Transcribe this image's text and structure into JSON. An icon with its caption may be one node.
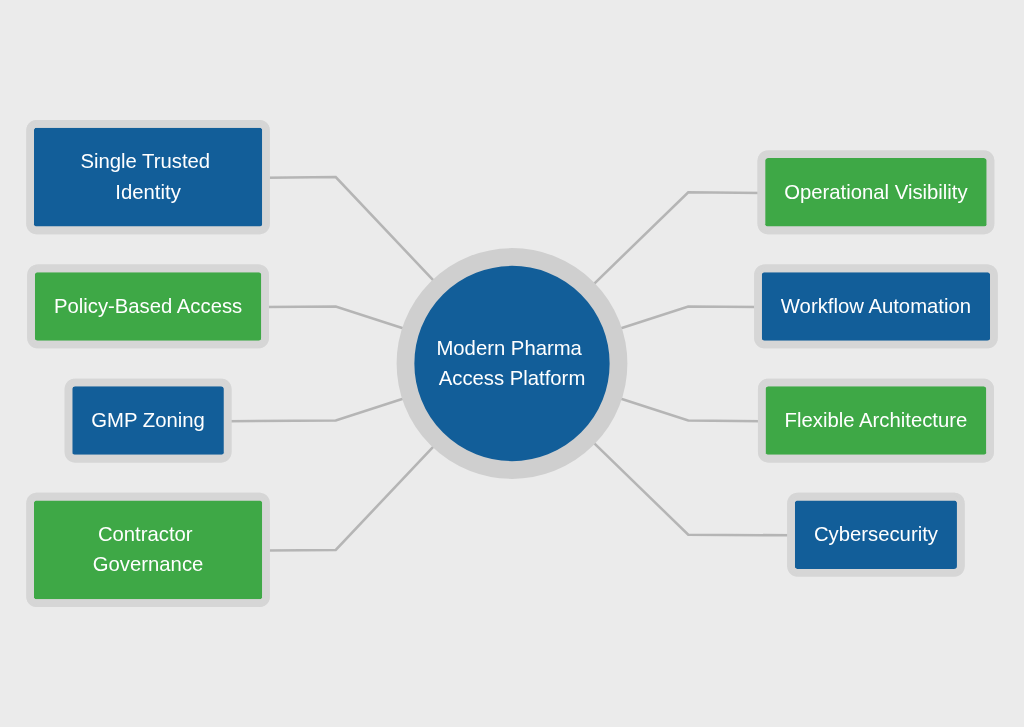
{
  "diagram": {
    "nodes": [
      {
        "text": [
          "Modern Pharma Access Platform"
        ]
      },
      {
        "text": [
          "Single Trusted Identity"
        ]
      },
      {
        "text": [
          "Operational Visibility"
        ]
      },
      {
        "text": [
          "Policy-Based Access"
        ]
      },
      {
        "text": [
          "Workflow Automation"
        ]
      },
      {
        "text": [
          "GMP Zoning"
        ]
      },
      {
        "text": [
          "Flexible Architecture"
        ]
      },
      {
        "text": [
          "Contractor Governance"
        ]
      },
      {
        "text": [
          "Cybersecurity"
        ]
      }
    ],
    "edges": [
      {
        "from": 1,
        "to": 0,
        "arrow": "none"
      },
      {
        "from": 0,
        "to": 2,
        "arrow": "none"
      },
      {
        "from": 3,
        "to": 0,
        "arrow": "none"
      },
      {
        "from": 0,
        "to": 4,
        "arrow": "none"
      },
      {
        "from": 5,
        "to": 0,
        "arrow": "none"
      },
      {
        "from": 0,
        "to": 6,
        "arrow": "none"
      },
      {
        "from": 7,
        "to": 0,
        "arrow": "none"
      },
      {
        "from": 0,
        "to": 8,
        "arrow": "none"
      }
    ]
  }
}
